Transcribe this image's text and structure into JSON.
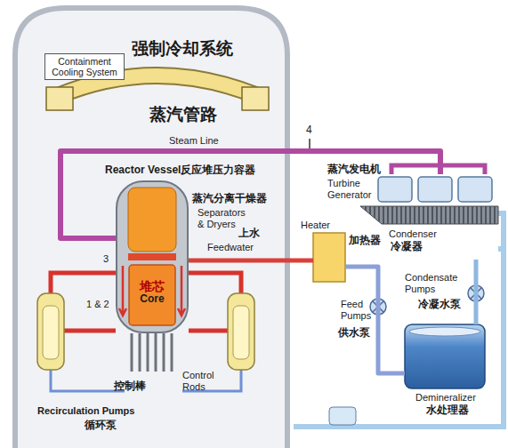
{
  "diagram": {
    "nodes": [
      {
        "text": [
          "强制冷却系统"
        ]
      },
      {
        "text": [
          "Containment Cooling System"
        ],
        "in": 0
      },
      {
        "text": [
          "Reactor Vessel反应堆压力容器"
        ],
        "in": 0
      },
      {
        "text": [
          "堆芯",
          "Core"
        ],
        "in": 2
      },
      {
        "text": [
          "蒸汽发电机",
          "Turbine Generator"
        ]
      },
      {
        "text": [
          "Heater",
          "加热器"
        ]
      },
      {
        "text": [
          "Condenser",
          "冷凝器"
        ]
      },
      {
        "text": [
          "Demineralizer",
          "水处理器"
        ]
      }
    ],
    "edges": [
      {
        "from": 2,
        "to": 4,
        "label": "Steam Line",
        "arrow": "none"
      },
      {
        "from": 5,
        "to": 2,
        "label": "Feedwater",
        "arrow": "none"
      },
      {
        "from": 6,
        "to": 7,
        "arrow": "none"
      },
      {
        "from": 7,
        "to": 5,
        "arrow": "none"
      }
    ],
    "labels": [
      "蒸汽管路",
      "4",
      "3",
      "1 & 2",
      "蒸汽分离干燥器",
      "Separators & Dryers",
      "上水",
      "Control Rods",
      "控制棒",
      "Recirculation Pumps",
      "循环泵",
      "Condensate Pumps",
      "冷凝水泵",
      "Feed Pumps",
      "供水泵"
    ]
  }
}
